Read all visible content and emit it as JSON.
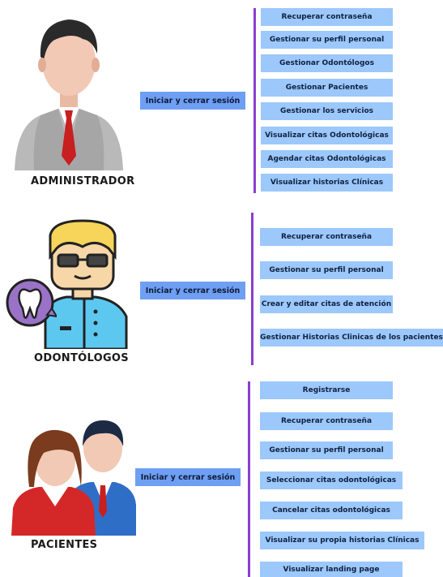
{
  "sections": [
    {
      "role": "ADMINISTRADOR",
      "login": "Iniciar y cerrar sesión",
      "items": [
        "Recuperar contraseña",
        "Gestionar su perfil personal",
        "Gestionar Odontólogos",
        "Gestionar Pacientes",
        "Gestionar los servicios",
        "Visualizar citas Odontológicas",
        "Agendar citas Odontológicas",
        "Visualizar historias Clínicas"
      ]
    },
    {
      "role": "ODONTÓLOGOS",
      "login": "Iniciar y cerrar sesión",
      "items": [
        "Recuperar contraseña",
        "Gestionar su perfil personal",
        "Crear y editar citas de atención",
        "Gestionar Historias Clinicas de los pacientes"
      ]
    },
    {
      "role": "PACIENTES",
      "login": "Iniciar y cerrar sesión",
      "items": [
        "Registrarse",
        "Recuperar contraseña",
        "Gestionar su perfil personal",
        "Seleccionar citas odontológicas",
        "Cancelar citas odontológicas",
        "Visualizar su propia historias Clínicas",
        "Visualizar landing page"
      ]
    }
  ],
  "colors": {
    "login_box": "#6f9ff2",
    "item_box": "#9cc8fb",
    "connector": "#8a3fd0"
  },
  "icons": [
    "admin-avatar-icon",
    "dentist-avatar-icon",
    "tooth-icon",
    "patients-avatar-icon"
  ]
}
